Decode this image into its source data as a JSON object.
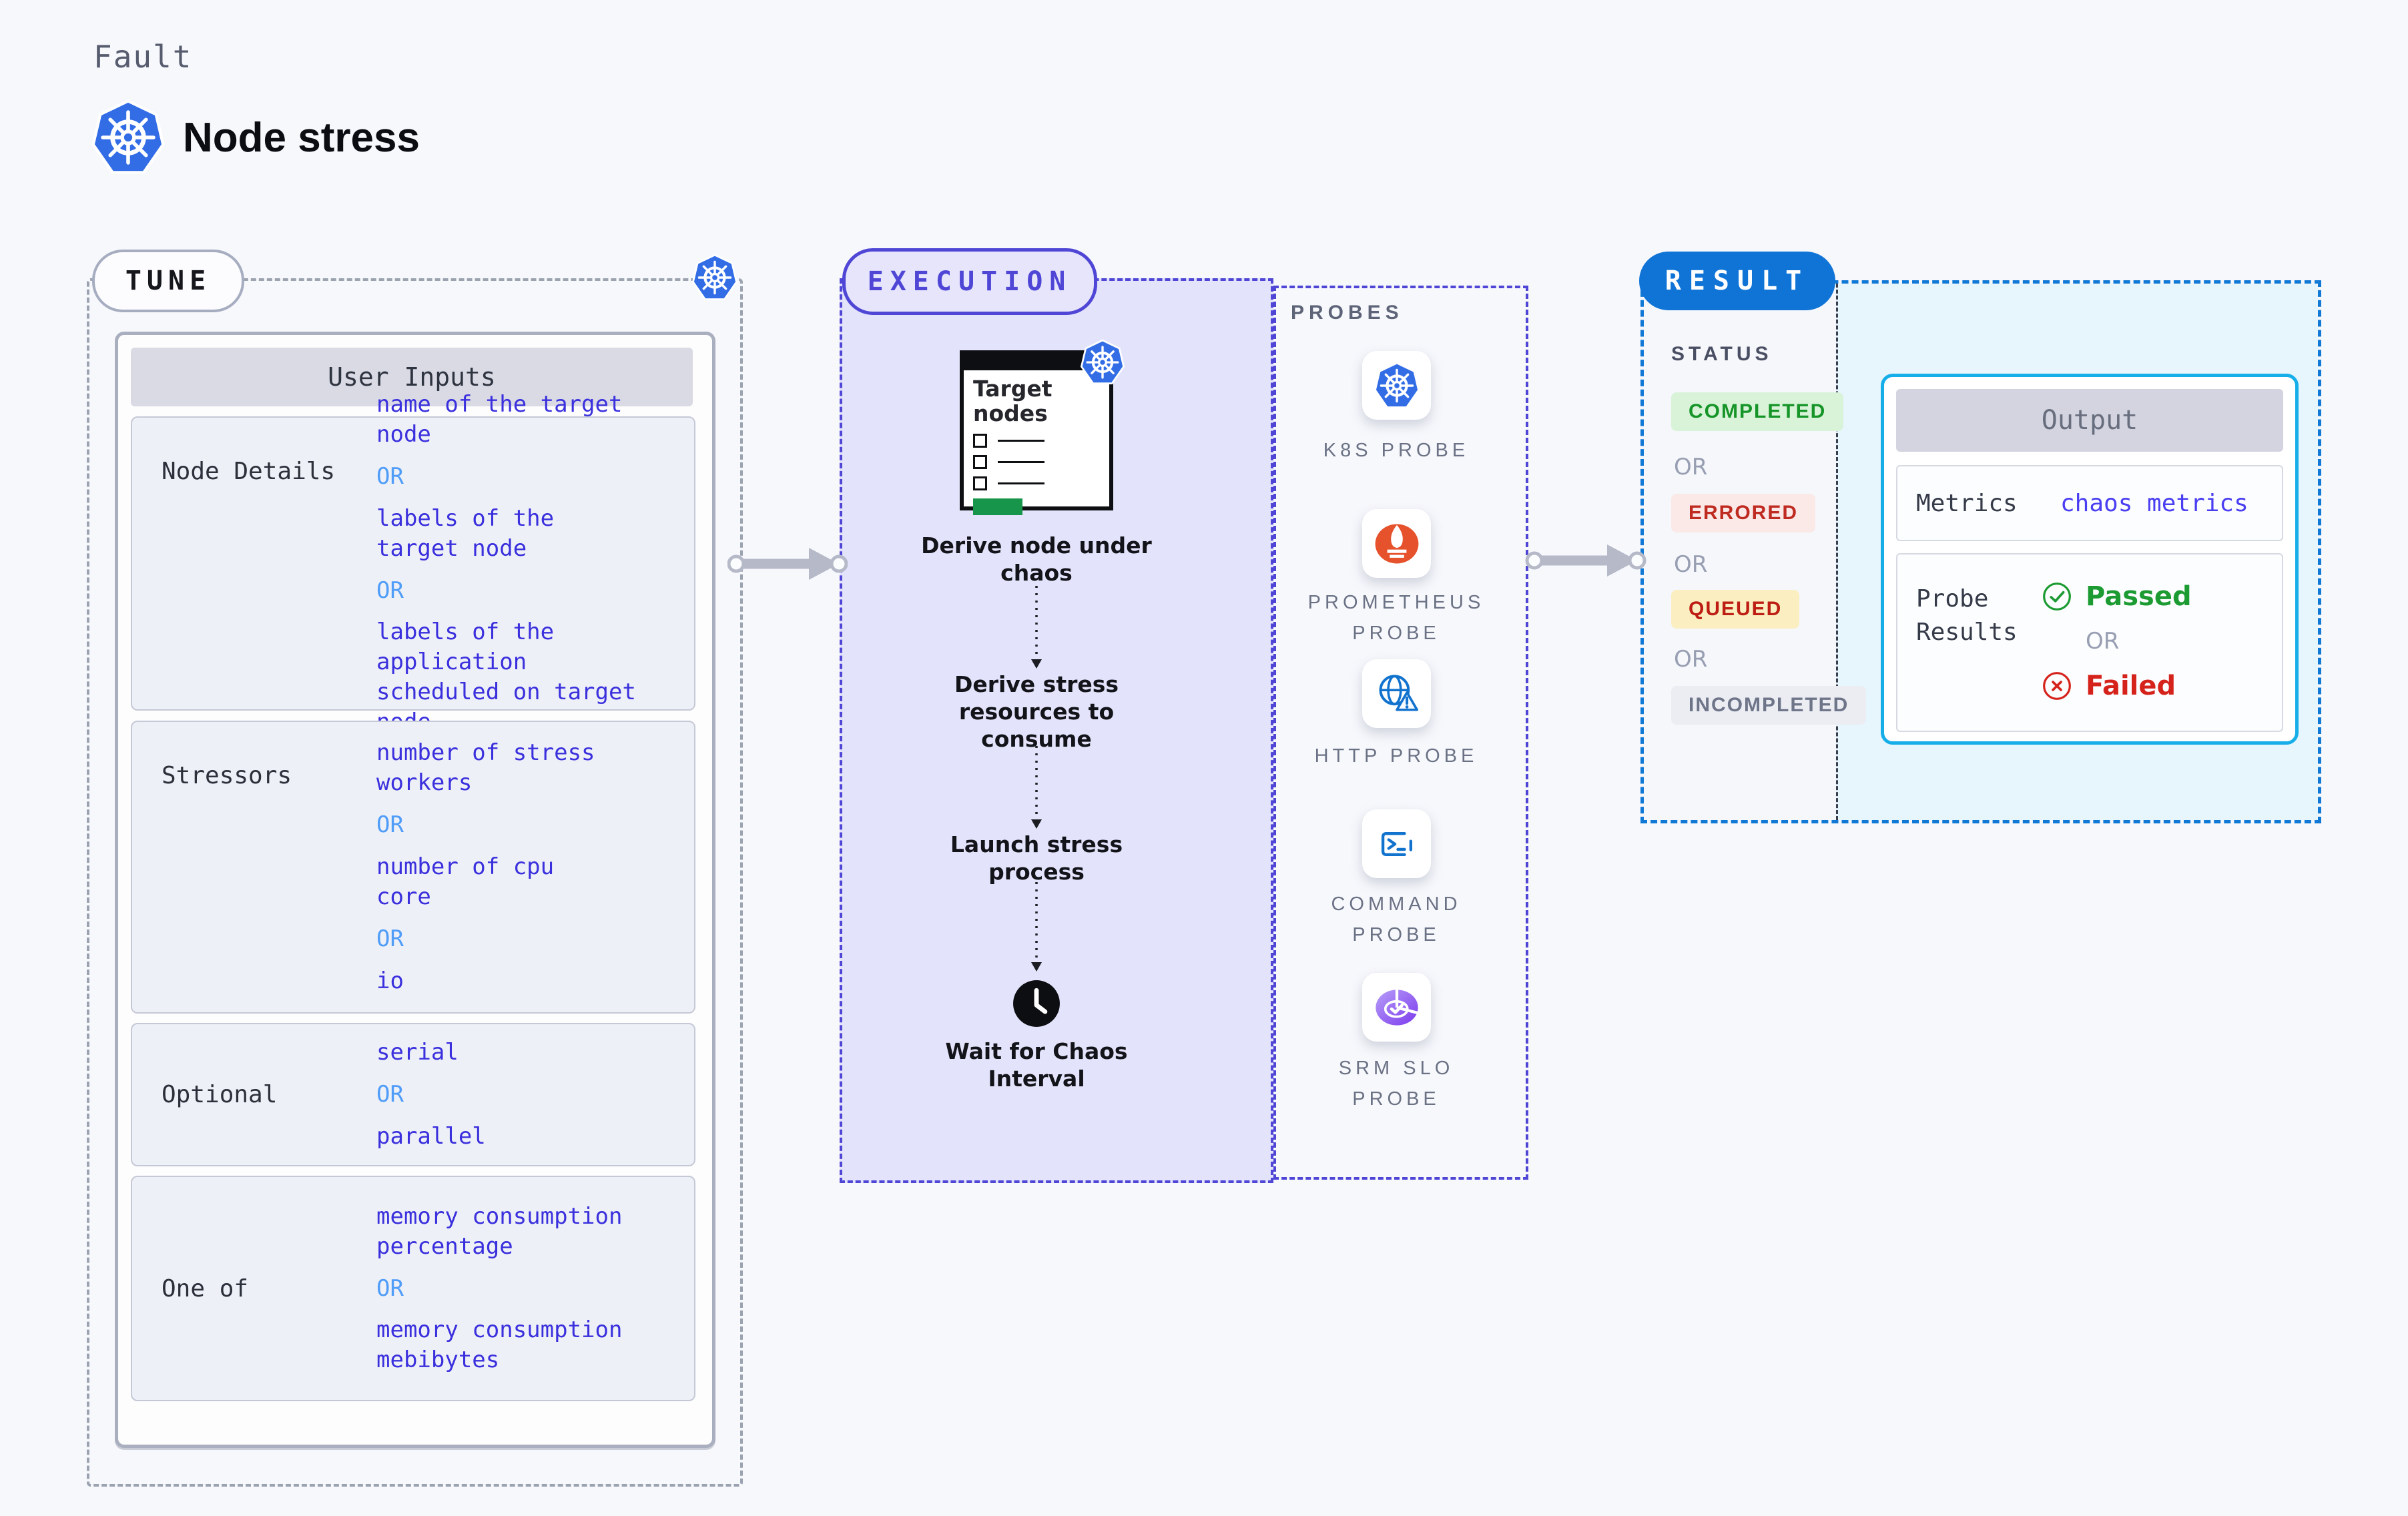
{
  "header": {
    "kicker": "Fault",
    "title": "Node stress",
    "title_icon": "kubernetes-icon"
  },
  "tune": {
    "badge": "TUNE",
    "corner_icon": "kubernetes-icon",
    "table_title": "User Inputs",
    "rows": [
      {
        "label": "Node Details",
        "items": [
          "name of the target\nnode",
          "OR",
          "labels of the\ntarget node",
          "OR",
          "labels of the application\n scheduled on target node"
        ]
      },
      {
        "label": "Stressors",
        "items": [
          "number of stress\nworkers",
          "OR",
          "number of cpu\ncore",
          "OR",
          "io"
        ]
      },
      {
        "label": "Optional",
        "items": [
          "serial",
          "OR",
          "parallel"
        ]
      },
      {
        "label": "One of",
        "items": [
          "memory consumption\npercentage",
          "OR",
          "memory consumption\nmebibytes"
        ]
      }
    ]
  },
  "execution": {
    "badge": "EXECUTION",
    "card": {
      "title": "Target nodes",
      "icon": "kubernetes-icon",
      "checklist_rows": 3
    },
    "steps": [
      "Derive node under\nchaos",
      "Derive stress\nresources to\nconsume",
      "Launch stress\nprocess",
      "Wait for Chaos\nInterval"
    ],
    "step_icon": "clock-icon"
  },
  "probes": {
    "title": "PROBES",
    "items": [
      {
        "icon": "kubernetes-icon",
        "label": "K8S PROBE"
      },
      {
        "icon": "prometheus-icon",
        "label": "PROMETHEUS\nPROBE"
      },
      {
        "icon": "http-globe-warning-icon",
        "label": "HTTP PROBE"
      },
      {
        "icon": "command-terminal-icon",
        "label": "COMMAND\nPROBE"
      },
      {
        "icon": "srm-slo-pie-check-icon",
        "label": "SRM SLO\nPROBE"
      }
    ]
  },
  "result": {
    "badge": "RESULT",
    "status_title": "STATUS",
    "or_label": "OR",
    "statuses": [
      {
        "label": "COMPLETED",
        "text_color": "#159427",
        "bg": "#d8f3d8"
      },
      {
        "label": "ERRORED",
        "text_color": "#bf2b21",
        "bg": "#fbe9e8"
      },
      {
        "label": "QUEUED",
        "text_color": "#bd1d13",
        "bg": "#fbeec0"
      },
      {
        "label": "INCOMPLETED",
        "text_color": "#6f7589",
        "bg": "#ebedf3"
      }
    ],
    "output": {
      "title": "Output",
      "metrics_label": "Metrics",
      "metrics_value": "chaos metrics",
      "probe_results_label": "Probe Results",
      "passed_label": "Passed",
      "failed_label": "Failed",
      "passed_icon": "check-circle-icon",
      "failed_icon": "x-circle-icon"
    }
  },
  "colors": {
    "page_bg": "#f7f8fc",
    "kubernetes_blue": "#326de6",
    "prometheus_orange": "#e6522c",
    "probe_icon_blue": "#1273cf",
    "srm_purple": "#7c3aed",
    "execution_accent": "#4f46d6",
    "execution_panel_bg": "#e3e3fb",
    "result_accent": "#0f74d6",
    "output_border": "#15aee9",
    "passed_green": "#1d9b33",
    "failed_red": "#d5231b",
    "value_blue": "#3a30dd",
    "or_blue": "#4f9df8",
    "green_bar": "#17954a"
  }
}
